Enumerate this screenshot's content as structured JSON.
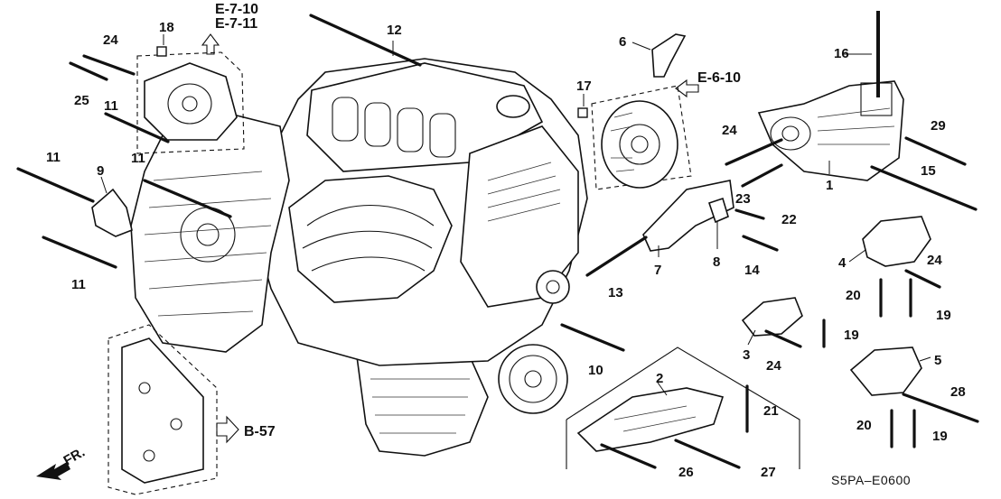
{
  "diagram": {
    "catalog_code": "S5PA–E0600",
    "front_indicator": "FR.",
    "refs": {
      "e710": "E-7-10",
      "e711": "E-7-11",
      "e610": "E-6-10",
      "b57": "B-57"
    },
    "callouts": [
      "1",
      "2",
      "3",
      "4",
      "5",
      "6",
      "7",
      "8",
      "9",
      "10",
      "11",
      "11",
      "11",
      "11",
      "12",
      "13",
      "14",
      "15",
      "16",
      "17",
      "18",
      "19",
      "19",
      "19",
      "20",
      "20",
      "21",
      "22",
      "23",
      "24",
      "24",
      "24",
      "24",
      "25",
      "26",
      "27",
      "28",
      "29"
    ]
  }
}
